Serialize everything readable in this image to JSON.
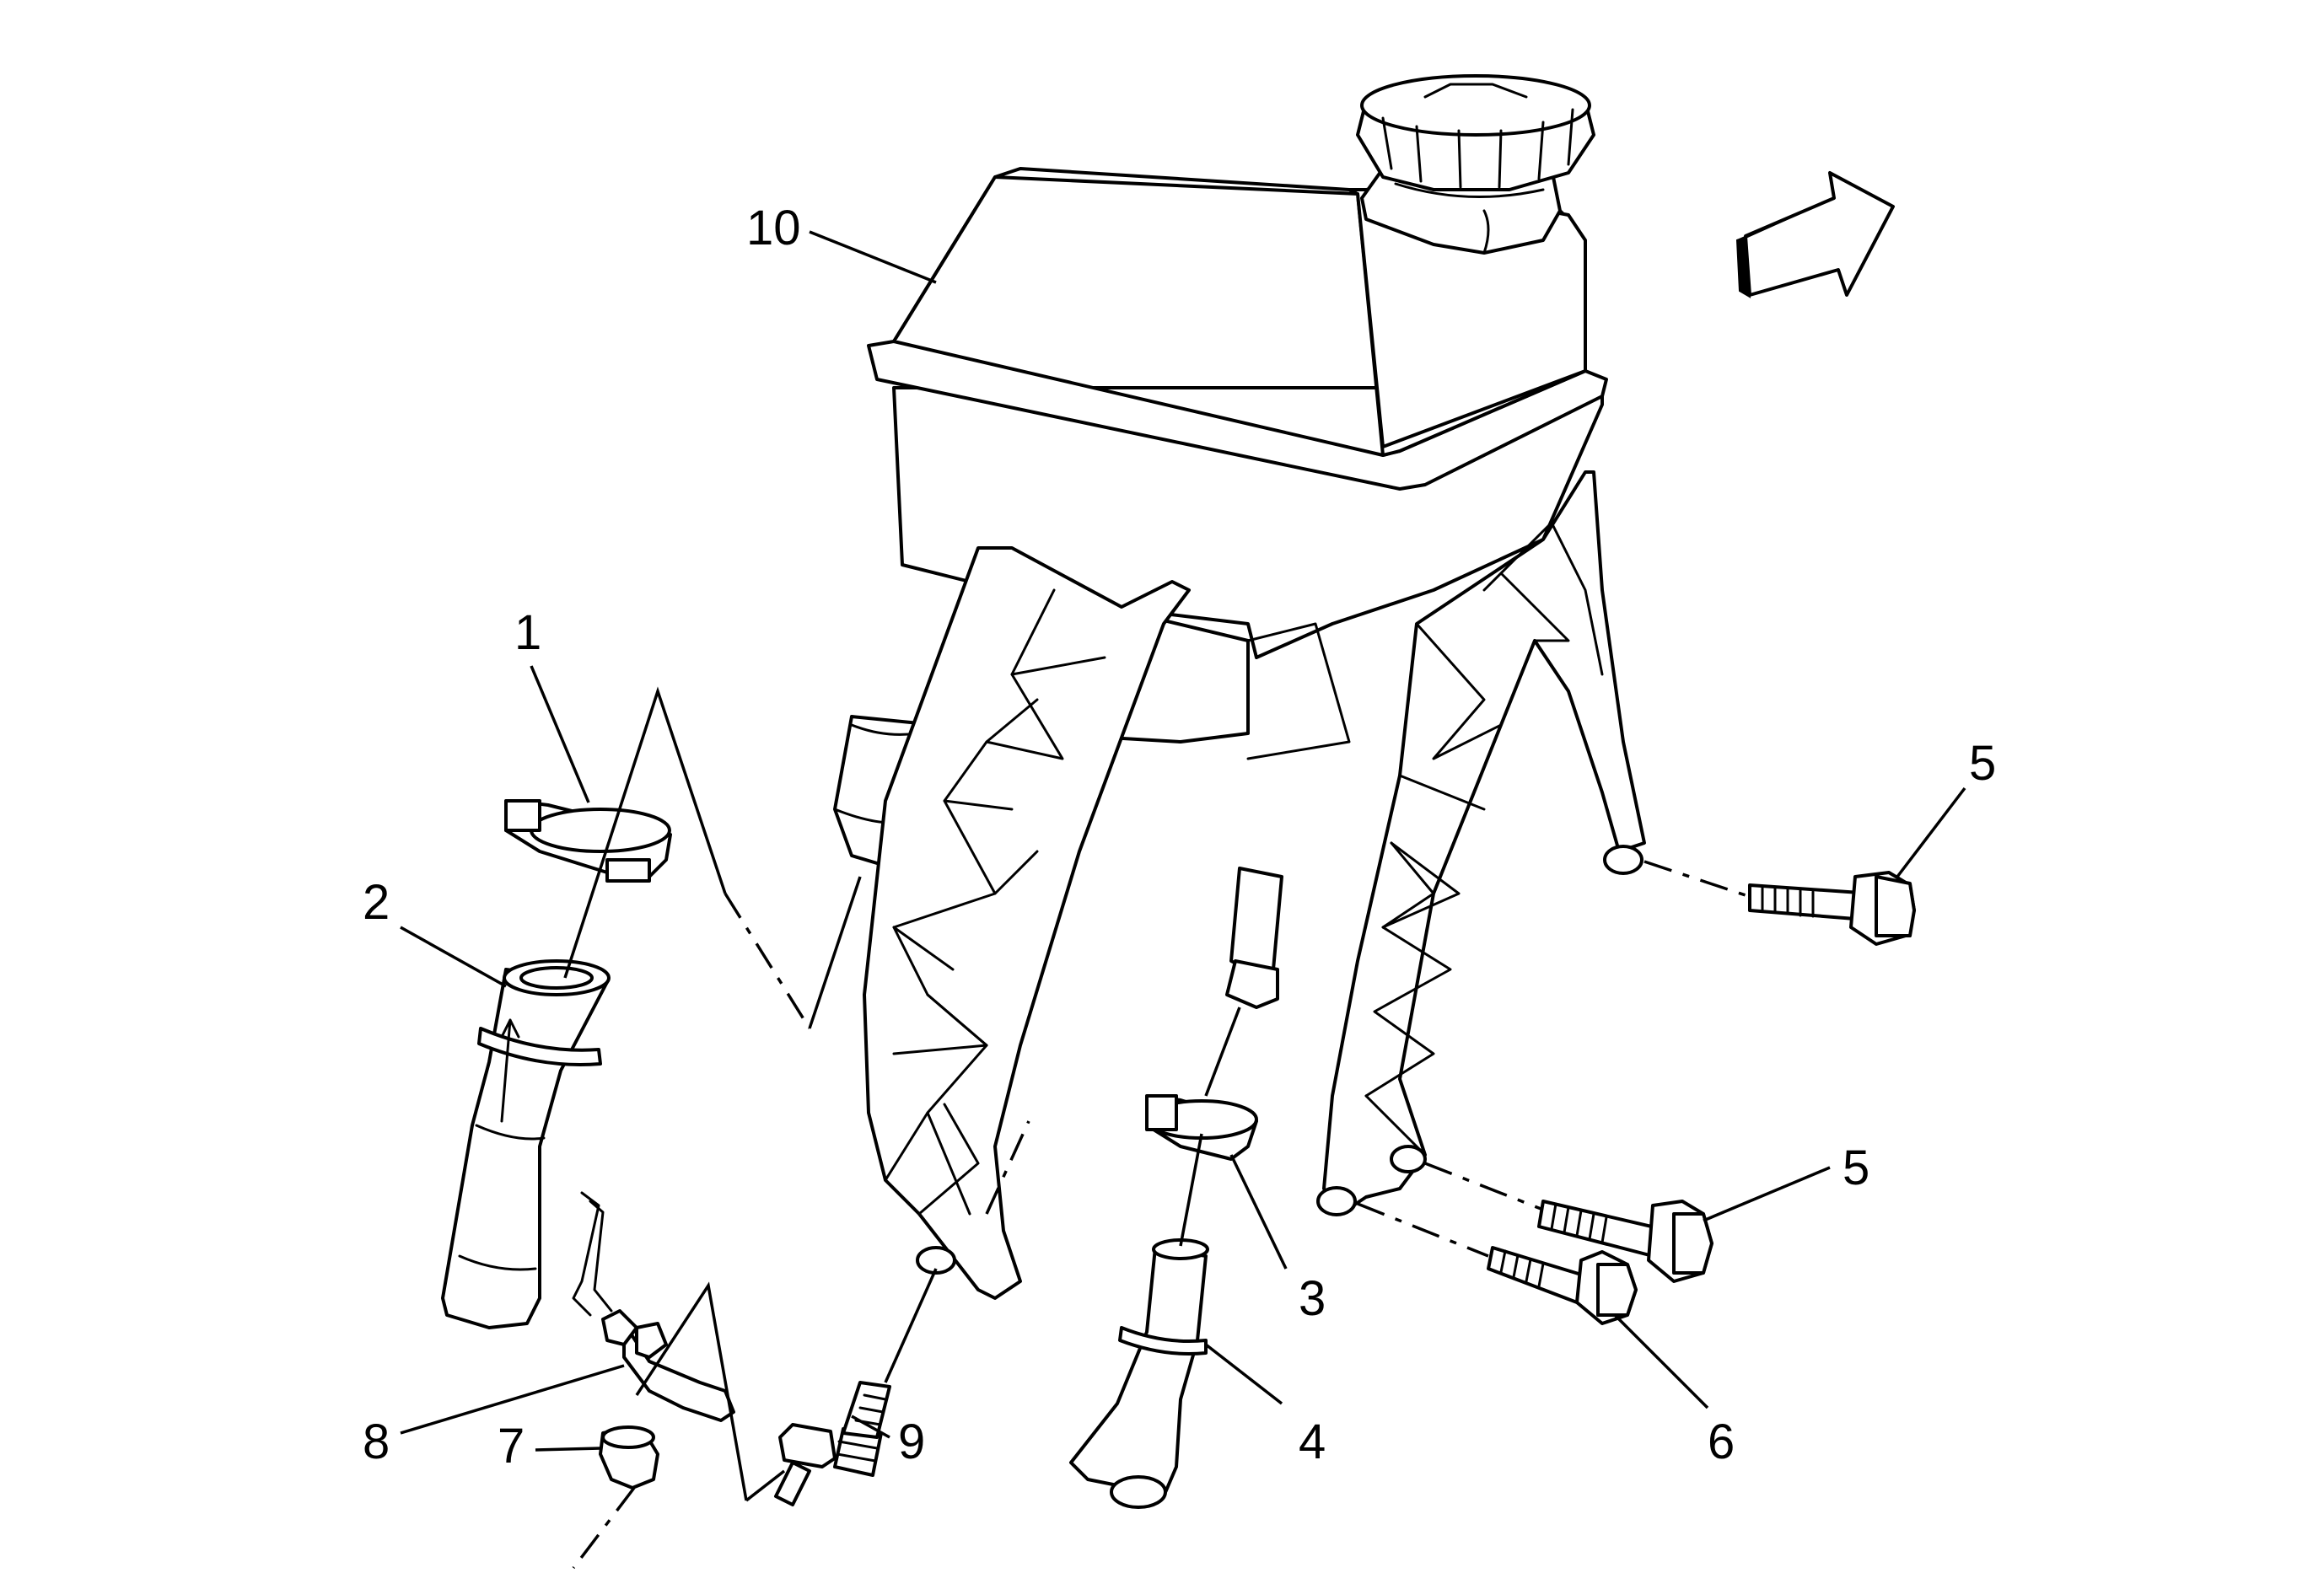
{
  "callouts": {
    "c1": "1",
    "c2": "2",
    "c3": "3",
    "c4": "4",
    "c5a": "5",
    "c5b": "5",
    "c6": "6",
    "c7": "7",
    "c8": "8",
    "c9": "9",
    "c10": "10"
  },
  "icons": {
    "direction_arrow": "front-direction-arrow-icon"
  }
}
